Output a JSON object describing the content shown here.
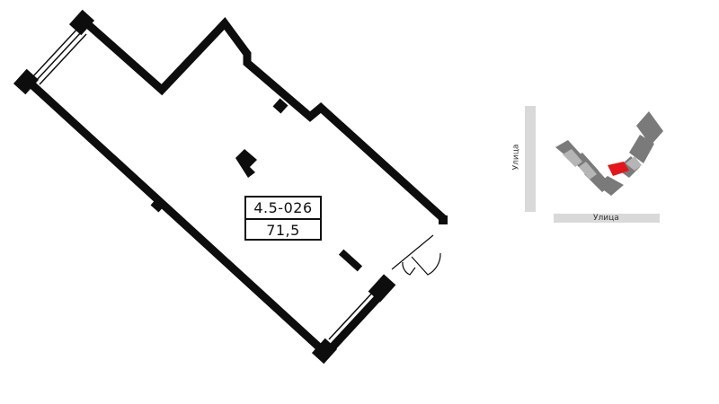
{
  "unit": {
    "number": "4.5-026",
    "area": "71,5"
  },
  "keyplan": {
    "street_vertical": "Улица",
    "street_horizontal": "Улица",
    "highlight_color": "#e5141b",
    "building_color": "#7a7a7a"
  },
  "colors": {
    "wall": "#0d0d0d",
    "street": "#d9d9d9"
  }
}
